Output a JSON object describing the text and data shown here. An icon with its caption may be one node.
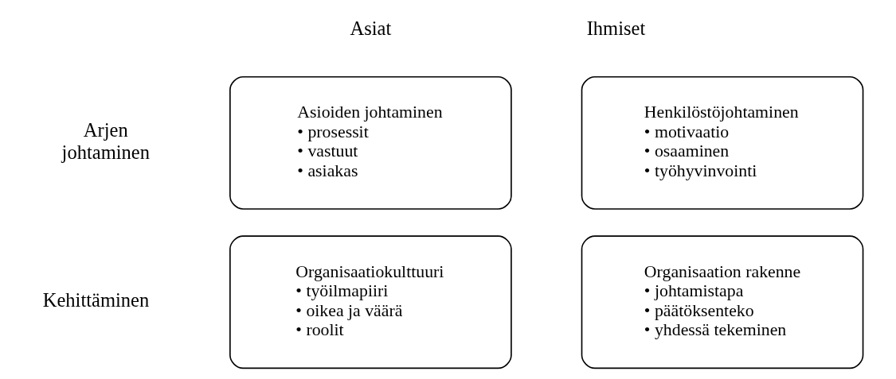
{
  "diagram": {
    "nodes": [
      {
        "text": [
          "Asioiden johtaminen",
          "• prosessit",
          "• vastuut",
          "• asiakas"
        ]
      },
      {
        "text": [
          "Henkilöstöjohtaminen",
          "• motivaatio",
          "• osaaminen",
          "• työhyvinvointi"
        ]
      },
      {
        "text": [
          "Organisaatiokulttuuri",
          "• työilmapiiri",
          "• oikea ja väärä",
          "• roolit"
        ]
      },
      {
        "text": [
          "Organisaation rakenne",
          "• johtamistapa",
          "• päätöksenteko",
          "• yhdessä tekeminen"
        ]
      }
    ],
    "edges": [],
    "labels": [
      "Asiat",
      "Ihmiset",
      "Arjen johtaminen",
      "Kehittäminen"
    ]
  }
}
